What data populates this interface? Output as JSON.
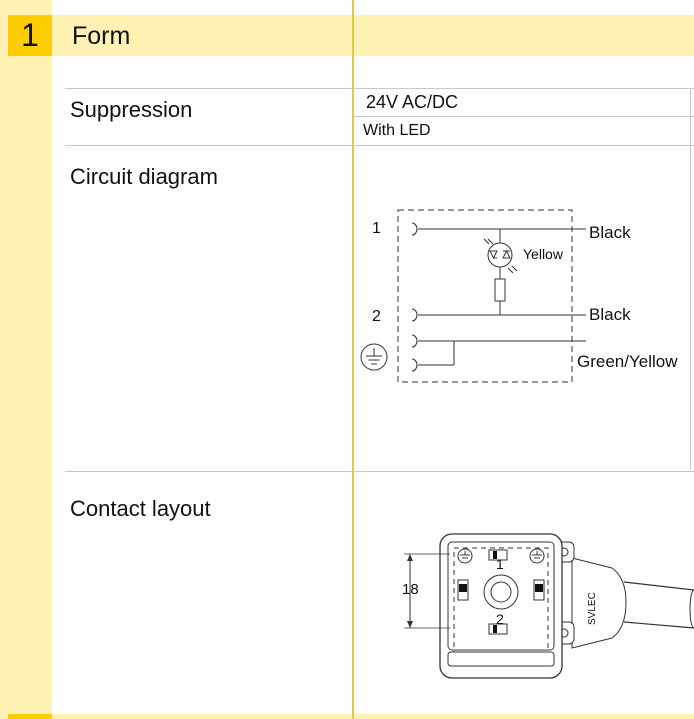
{
  "section": {
    "number": "1",
    "title": "Form"
  },
  "rows": {
    "suppression": {
      "label": "Suppression",
      "value": "24V AC/DC",
      "subvalue": "With LED"
    },
    "circuit": {
      "label": "Circuit diagram"
    },
    "contact": {
      "label": "Contact layout"
    }
  },
  "circuit_diagram": {
    "pin1": "1",
    "pin2": "2",
    "wire1": "Black",
    "led_label": "Yellow",
    "wire2": "Black",
    "wire_ground": "Green/Yellow"
  },
  "contact_diagram": {
    "dimension": "18",
    "pin1": "1",
    "pin2": "2",
    "brand": "SVLEC"
  },
  "colors": {
    "accent": "#ffcc00",
    "stripe": "#fff2b3",
    "divider": "#c9c9c9"
  }
}
